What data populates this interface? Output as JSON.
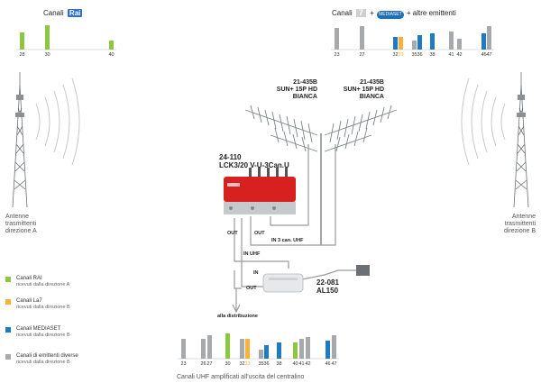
{
  "colors": {
    "green": "#8dc63f",
    "orange": "#f7b23b",
    "blue": "#1f7bc1",
    "grey": "#a7a9ac",
    "cable": "#9a9a9a",
    "antenna": "#8a9096"
  },
  "top_left_chart": {
    "label": "Canali",
    "badge": "Rai",
    "chart_data": {
      "type": "bar",
      "categories": [
        "28",
        "30",
        "40"
      ],
      "series": [
        {
          "values": [
            19,
            27,
            10
          ]
        }
      ]
    }
  },
  "top_right_chart": {
    "label_prefix": "Canali",
    "badge_7": "7",
    "plus1": "+",
    "badge_mediaset": "MEDIASET",
    "plus2": "+",
    "label_suffix": "altre emittenti",
    "chart_data": {
      "type": "bar",
      "categories": [
        "23",
        "27",
        "32",
        "33",
        "35",
        "36",
        "38",
        "41",
        "42",
        "46",
        "47"
      ],
      "values": [
        24,
        26,
        14,
        14,
        10,
        16,
        18,
        20,
        12,
        18,
        26
      ],
      "colors": [
        "grey",
        "grey",
        "blue",
        "orange",
        "grey",
        "blue",
        "blue",
        "grey",
        "grey",
        "blue",
        "grey"
      ]
    }
  },
  "bottom_chart": {
    "title": "Canali UHF amplificati all'uscita del centralino",
    "chart_data": {
      "type": "bar",
      "categories": [
        "23",
        "26",
        "27",
        "30",
        "32",
        "33",
        "35",
        "36",
        "38",
        "40",
        "41",
        "42",
        "46",
        "47"
      ],
      "values": [
        22,
        22,
        26,
        28,
        22,
        22,
        10,
        15,
        18,
        18,
        22,
        24,
        20,
        26
      ],
      "colors": [
        "grey",
        "grey",
        "grey",
        "green",
        "grey",
        "orange",
        "grey",
        "blue",
        "blue",
        "green",
        "grey",
        "grey",
        "blue",
        "grey"
      ]
    }
  },
  "antenna_left": {
    "code": "21-435B",
    "model": "SUN+ 15P HD",
    "color": "BIANCA"
  },
  "antenna_right": {
    "code": "21-435B",
    "model": "SUN+ 15P HD",
    "color": "BIANCA"
  },
  "amplifier": {
    "code": "24-110",
    "model": "LCK3/20 V-U-3Can.U"
  },
  "power_supply": {
    "code": "22-081",
    "model": "AL150"
  },
  "labels": {
    "tx_left": [
      "Antenne",
      "trasmittenti",
      "direzione A"
    ],
    "tx_right": [
      "Antenne",
      "trasmittenti",
      "direzione B"
    ],
    "out1": "OUT",
    "out2": "OUT",
    "in_3can": "IN 3 can. UHF",
    "in_uhf": "IN UHF",
    "in_ps": "IN",
    "out_ps": "OUT",
    "distribution": "alla distribuzione"
  },
  "legend": [
    {
      "color": "green",
      "line1": "Canali RAI",
      "line2": "ricevuti dalla direzione A"
    },
    {
      "color": "orange",
      "line1": "Canali La7",
      "line2": "ricevuti dalla direzione B"
    },
    {
      "color": "blue",
      "line1": "Canali MEDIASET",
      "line2": "ricevuti dalla direzione B"
    },
    {
      "color": "grey",
      "line1": "Canali di emittenti diverse",
      "line2": "ricevuti dalla direzione B"
    }
  ]
}
